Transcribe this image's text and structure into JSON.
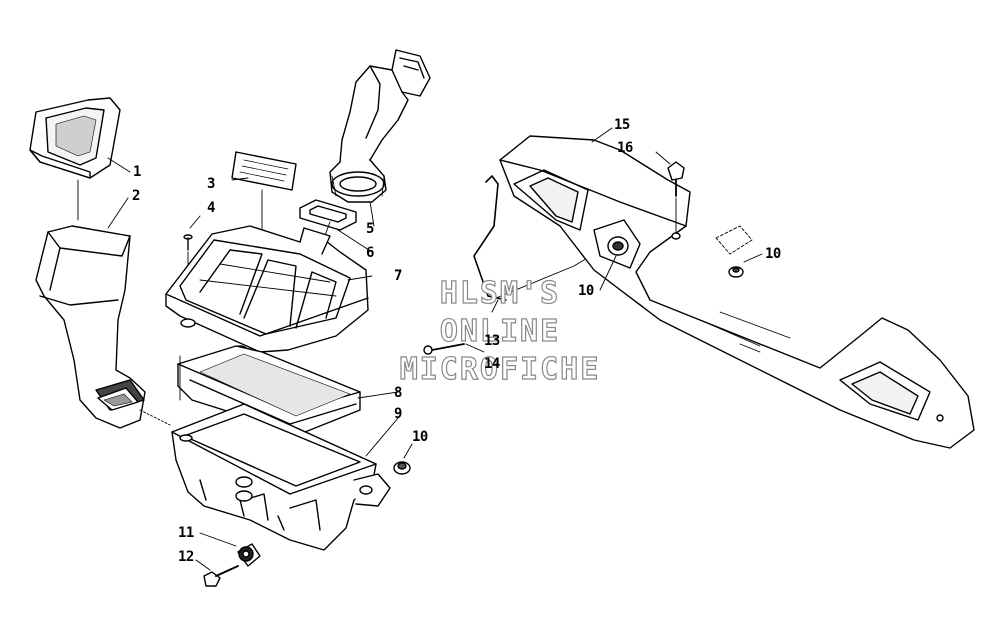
{
  "callouts": {
    "c1": "1",
    "c2": "2",
    "c3": "3",
    "c4": "4",
    "c5": "5",
    "c6": "6",
    "c7": "7",
    "c8": "8",
    "c9": "9",
    "c10a": "10",
    "c10b": "10",
    "c10c": "10",
    "c11": "11",
    "c12": "12",
    "c13": "13",
    "c14": "14",
    "c15": "15",
    "c16": "16"
  },
  "watermark": {
    "line1": "HLSM'S",
    "line2": "ONLINE",
    "line3": "MICROFICHE"
  },
  "line_color": "#000000",
  "watermark_outline_color": "#888888"
}
